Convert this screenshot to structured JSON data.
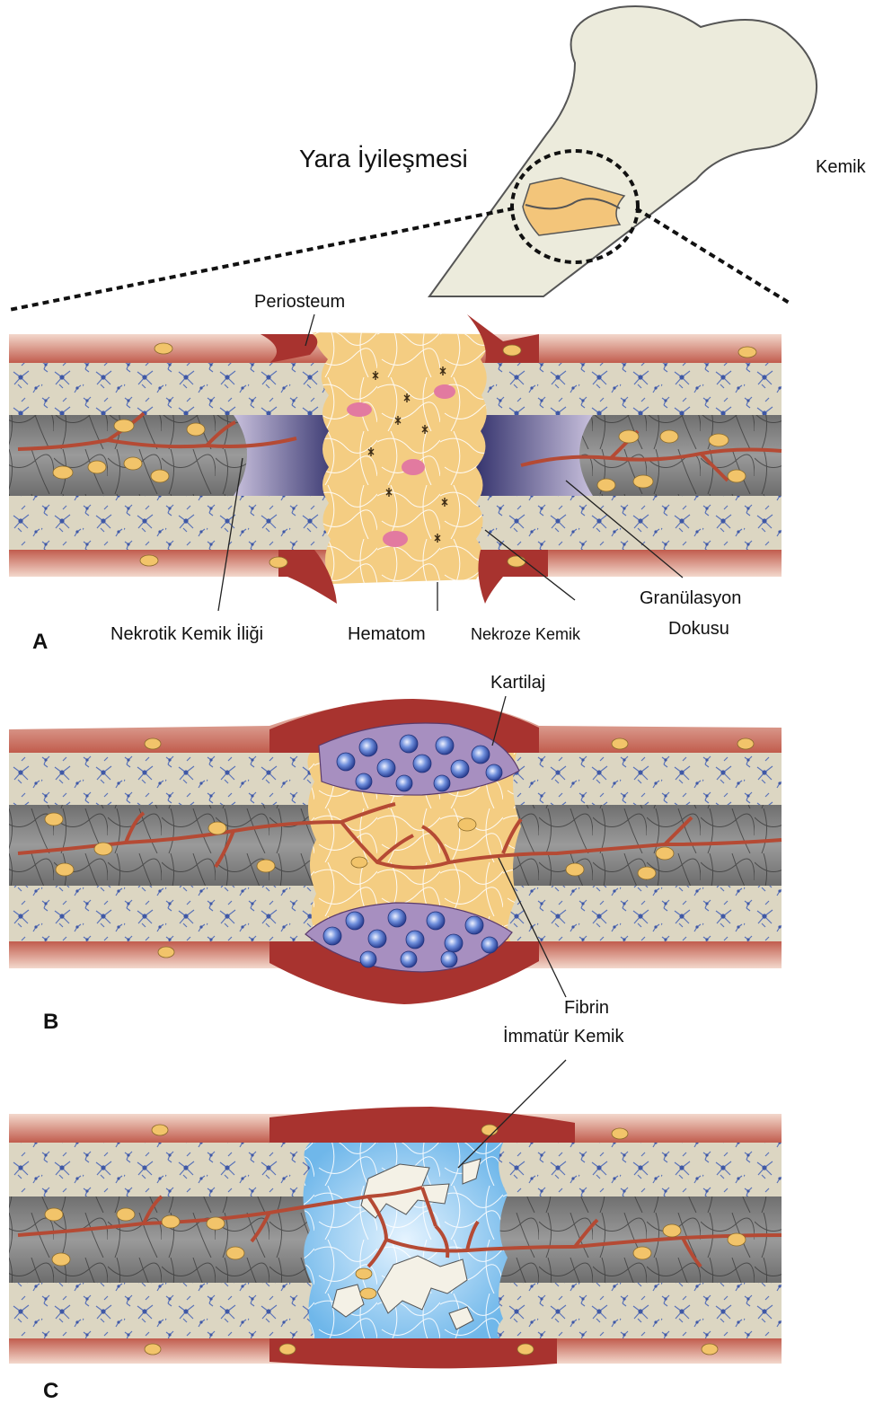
{
  "title": "Yara İyileşmesi",
  "bone_label": "Kemik",
  "panels": [
    {
      "letter": "A",
      "labels": {
        "periosteum": "Periosteum",
        "necrotic_marrow": "Nekrotik Kemik İliği",
        "hematoma": "Hematom",
        "necrotic_bone": "Nekroze Kemik",
        "granulation_line1": "Granülasyon",
        "granulation_line2": "Dokusu"
      }
    },
    {
      "letter": "B",
      "labels": {
        "cartilage": "Kartilaj",
        "fibrin": "Fibrin"
      }
    },
    {
      "letter": "C",
      "labels": {
        "immature_bone": "İmmatür Kemik"
      }
    }
  ],
  "colors": {
    "periosteum": "#a8332f",
    "periosteum_light": "#e9c4b6",
    "cortex": "#dcd6c2",
    "marrow": "#8a8a8a",
    "osteocyte": "#f2c46a",
    "hematoma": "#f4cd82",
    "necrotic": "#3a3a7a",
    "cartilage": "#a78fc0",
    "chondrocyte": "#4d6fc4",
    "immature_bone_field": "#a9d4f2",
    "vessel": "#b54a34",
    "dendrite": "#5a73b8"
  }
}
